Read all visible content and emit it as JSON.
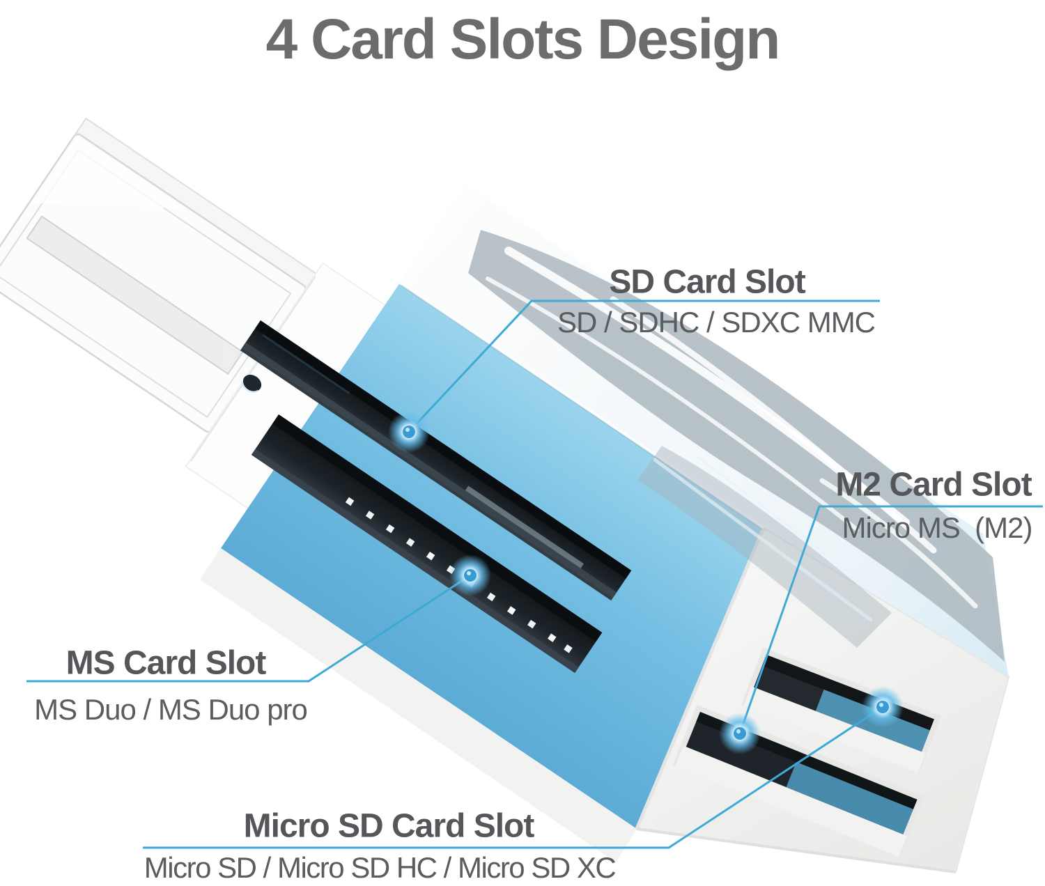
{
  "title": "4 Card Slots Design",
  "colors": {
    "accent_line": "#3fa9d5",
    "device_blue": "#63b5dd",
    "title_gray": "#6c6c6c",
    "label_gray": "#54565a"
  },
  "device": {
    "name": "usb-multi-card-reader",
    "parts": [
      "usb-connector",
      "sd-slot",
      "ms-slot",
      "m2-slot",
      "micro-sd-slot",
      "led-hole"
    ]
  },
  "callouts": {
    "sd": {
      "title": "SD Card Slot",
      "subtitle": "SD / SDHC / SDXC MMC"
    },
    "m2": {
      "title": "M2 Card Slot",
      "subtitle": "Micro MS  (M2)"
    },
    "ms": {
      "title": "MS Card Slot",
      "subtitle": "MS Duo / MS Duo pro"
    },
    "micro_sd": {
      "title": "Micro SD Card Slot",
      "subtitle": "Micro SD / Micro SD HC / Micro SD XC"
    }
  }
}
